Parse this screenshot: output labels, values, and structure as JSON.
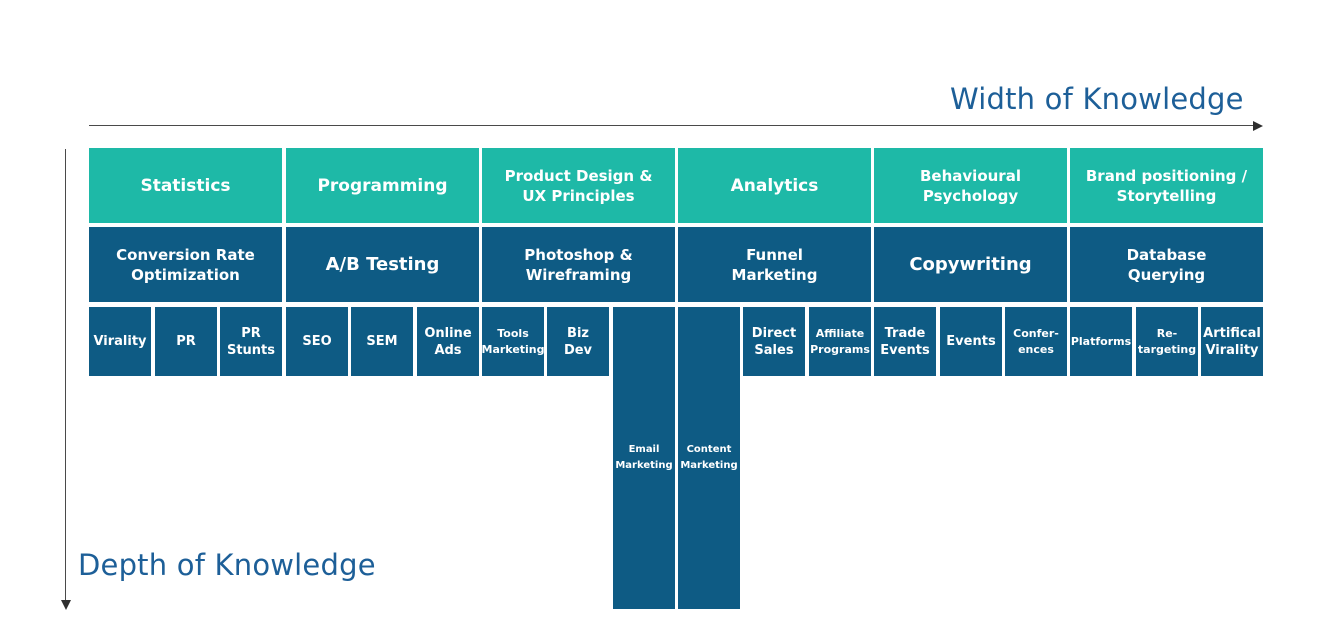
{
  "axes": {
    "width_label": "Width of Knowledge",
    "depth_label": "Depth of Knowledge"
  },
  "colors": {
    "top_row": "#1eb9a7",
    "lower_rows": "#0e5b84",
    "axis_label": "#1d5f98"
  },
  "row1": [
    "Statistics",
    "Programming",
    "Product Design &\nUX Principles",
    "Analytics",
    "Behavioural\nPsychology",
    "Brand positioning /\nStorytelling"
  ],
  "row2": [
    "Conversion Rate\nOptimization",
    "A/B Testing",
    "Photoshop &\nWireframing",
    "Funnel\nMarketing",
    "Copywriting",
    "Database\nQuerying"
  ],
  "row3": [
    "Virality",
    "PR",
    "PR\nStunts",
    "SEO",
    "SEM",
    "Online\nAds",
    "Tools\nMarketing",
    "Biz\nDev",
    "Email\nMarketing",
    "Content\nMarketing",
    "Direct\nSales",
    "Affiliate\nPrograms",
    "Trade\nEvents",
    "Events",
    "Confer-\nences",
    "Platforms",
    "Re-\ntargeting",
    "Artifical\nVirality"
  ]
}
